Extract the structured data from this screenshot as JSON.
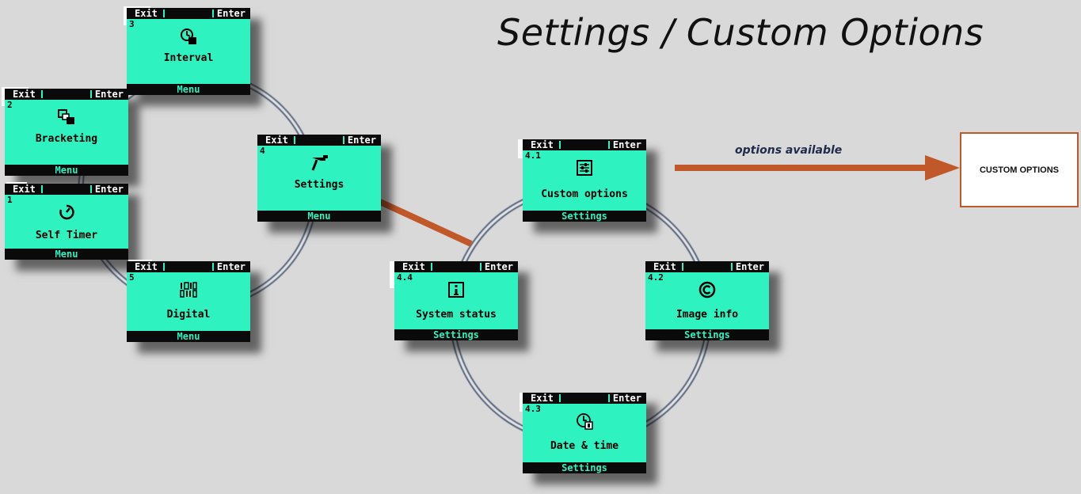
{
  "title": "Settings / Custom Options",
  "screen_common": {
    "exit": "Exit",
    "enter": "Enter"
  },
  "screens": {
    "interval": {
      "number": "3",
      "label": "Interval",
      "footer": "Menu",
      "icon": "interval-icon"
    },
    "bracketing": {
      "number": "2",
      "label": "Bracketing",
      "footer": "Menu",
      "icon": "bracketing-icon"
    },
    "self_timer": {
      "number": "1",
      "label": "Self Timer",
      "footer": "Menu",
      "icon": "self-timer-icon"
    },
    "digital": {
      "number": "5",
      "label": "Digital",
      "footer": "Menu",
      "icon": "digital-icon"
    },
    "settings": {
      "number": "4",
      "label": "Settings",
      "footer": "Menu",
      "icon": "settings-icon"
    },
    "custom_options": {
      "number": "4.1",
      "label": "Custom options",
      "footer": "Settings",
      "icon": "custom-options-icon"
    },
    "image_info": {
      "number": "4.2",
      "label": "Image info",
      "footer": "Settings",
      "icon": "copyright-icon"
    },
    "date_time": {
      "number": "4.3",
      "label": "Date & time",
      "footer": "Settings",
      "icon": "clock-icon"
    },
    "system_status": {
      "number": "4.4",
      "label": "System status",
      "footer": "Settings",
      "icon": "info-icon"
    }
  },
  "arrow_label": "options available",
  "custom_options_box": "CUSTOM OPTIONS",
  "colors": {
    "lcd": "#2ef2bf",
    "accent": "#c0582a",
    "ring": "#4a5a78"
  }
}
